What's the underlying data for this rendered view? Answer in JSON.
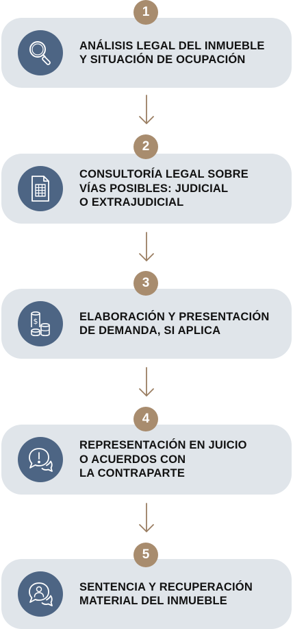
{
  "steps": [
    {
      "number": "1",
      "icon": "magnifier-icon",
      "lines": [
        "ANÁLISIS LEGAL DEL INMUEBLE",
        "Y SITUACIÓN DE OCUPACIÓN"
      ]
    },
    {
      "number": "2",
      "icon": "spreadsheet-document-icon",
      "lines": [
        "CONSULTORÍA LEGAL SOBRE",
        "VÍAS POSIBLES: JUDICIAL",
        "O EXTRAJUDICIAL"
      ]
    },
    {
      "number": "3",
      "icon": "coins-icon",
      "lines": [
        "ELABORACIÓN Y PRESENTACIÓN",
        "DE DEMANDA, SI APLICA"
      ]
    },
    {
      "number": "4",
      "icon": "chat-alert-icon",
      "lines": [
        "REPRESENTACIÓN EN JUICIO",
        "O ACUERDOS CON",
        "LA CONTRAPARTE"
      ]
    },
    {
      "number": "5",
      "icon": "chat-user-icon",
      "lines": [
        "SENTENCIA Y RECUPERACIÓN",
        "MATERIAL DEL INMUEBLE"
      ]
    }
  ],
  "colors": {
    "card_background": "#e0e5ea",
    "icon_circle": "#4d6584",
    "badge": "#a88c6e",
    "arrow": "#9a7e62",
    "text": "#111111"
  }
}
